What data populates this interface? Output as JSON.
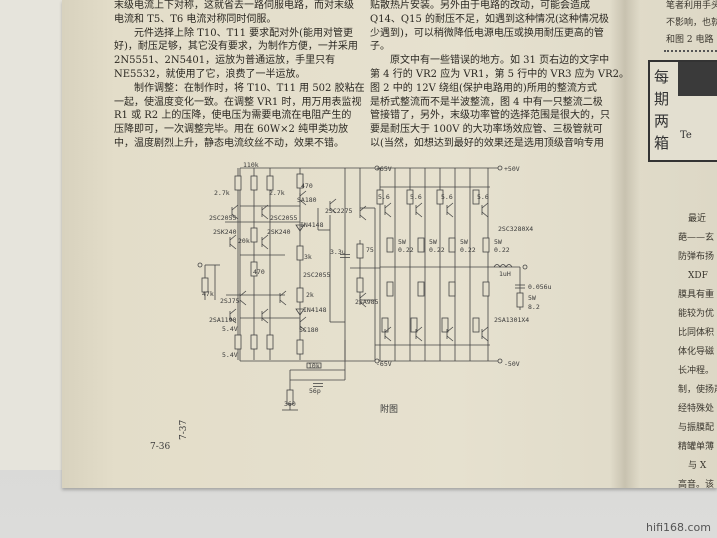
{
  "left_column": [
    "末级电流上下对称，这就省去一路伺服电路，而对末级",
    "电流和 T5、T6 电流对称同时伺服。",
    "　　元件选择上除 T10、T11 要求配对外(能用对管更",
    "好)，耐压足够，其它没有要求，为制作方便，一并采用",
    "2N5551、2N5401，运放为普通运放，手里只有",
    "NE5532，就使用了它，浪费了一半运放。",
    "　　制作调整：在制作时，将 T10、T11 用 502 胶粘在",
    "一起，使温度变化一致。在调整 VR1 时，用万用表监视",
    "R1 或 R2 上的压降，使电压为需要电流在电阻产生的",
    "压降即可，一次调整完毕。用在 60W×2 纯甲类功放",
    "中，温度剧烈上升，静态电流纹丝不动，效果不错。"
  ],
  "right_column": [
    "贴散热片安装。另外由于电路的改动，可能会造成",
    "Q14、Q15 的耐压不足，如遇到这种情况(这种情况极",
    "少遇到)，可以稍微降低电源电压或换用耐压更高的管",
    "子。",
    "　　原文中有一些错误的地方。如 31 页右边的文字中",
    "第 4 行的 VR2 应为 VR1，第 5 行中的 VR3 应为 VR2。",
    "图 2 中的 12V 绕组(保护电路用的)所用的整流方式",
    "是桥式整流而不是半波整流，图 4 中有一只整流二极",
    "管接错了，另外，末级功率管的选择范围是很大的，只",
    "要是耐压大于 100V 的大功率场效应管、三极管就可",
    "以(当然，如想达到最好的效果还是选用顶级音响专用"
  ],
  "next_page": {
    "top_lines": [
      "笔者利用手头",
      "不影响，也就",
      "和图 2 电路"
    ],
    "box_vertical": [
      "每",
      "期",
      "两",
      "箱"
    ],
    "box_sub": "Te",
    "body_lines": [
      "最近",
      "葩——玄",
      "防弹布扬",
      "XDF",
      "膜具有重",
      "能较为优",
      "比同体积",
      "体化导磁",
      "长冲程。",
      "制，使扬声",
      "经特殊处",
      "与振膜配",
      "精罐单薄",
      "与 X",
      "高音。该"
    ]
  },
  "schematic": {
    "caption": "附图",
    "labels": {
      "r110k": "110k",
      "r27k_a": "2.7k",
      "r27k_b": "2.7k",
      "r470_top": "470",
      "q_sa180": "SA180",
      "q2055_a": "2SC2055",
      "q2055_b": "2SC2055",
      "d4148_a": "IN4148",
      "q2275": "2SC2275",
      "q240_a": "2SK240",
      "q240_b": "2SK240",
      "r20k": "20k",
      "c33u": "3.3u",
      "r75": "75",
      "r3k": "3k",
      "r470_mid": "470",
      "q2055_c": "2SC2055",
      "r47k": "47k",
      "q2sj75": "2SJ75",
      "r2k": "2k",
      "d4148_b": "IN4148",
      "q1190": "2SA1190",
      "v54_a": "5.4V",
      "q_sc180": "SC180",
      "v54_b": "5.4V",
      "r10k": "10k",
      "c56p": "56p",
      "r360": "360",
      "q985": "2SA985",
      "vp65": "+65V",
      "vm65": "-65V",
      "vp50": "+50V",
      "vm50": "-50V",
      "r56_1": "5.6",
      "r56_2": "5.6",
      "r56_3": "5.6",
      "r56_4": "5.6",
      "q3280": "2SC3280X4",
      "r5w": "5W",
      "r022": "0.22",
      "l1uh": "1uH",
      "c056": "0.056u",
      "r5w_out": "5W",
      "r82": "8.2",
      "q1301": "2SA1301X4"
    }
  },
  "margin_notes": {
    "page_a": "7-36",
    "page_b": "7-37"
  },
  "watermark": "hifi168.com"
}
